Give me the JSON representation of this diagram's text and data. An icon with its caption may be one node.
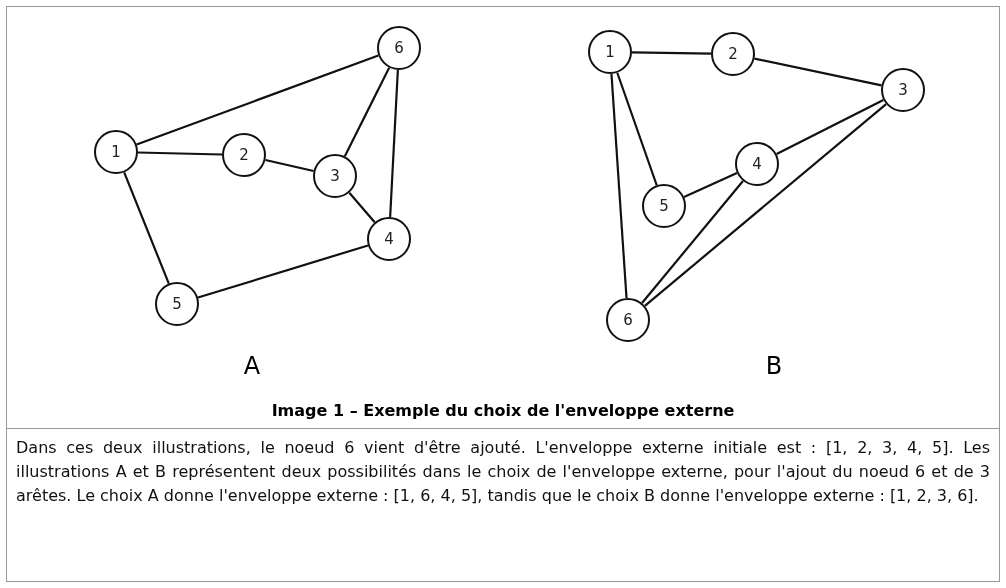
{
  "diagram": {
    "title": "Image 1 – Exemple du choix de l'enveloppe externe",
    "caption": "Dans ces deux illustrations, le noeud 6 vient d'être ajouté. L'enveloppe externe initiale est : [1, 2, 3, 4, 5]. Les illustrations A et B représentent deux possibilités dans le choix de l'enveloppe externe, pour l'ajout du noeud 6 et de 3 arêtes. Le choix A donne l'enveloppe externe : [1, 6, 4, 5], tandis que le choix B donne l'enveloppe externe : [1, 2, 3, 6].",
    "nodes": [
      {
        "text": [
          "1"
        ]
      },
      {
        "text": [
          "2"
        ]
      },
      {
        "text": [
          "3"
        ]
      },
      {
        "text": [
          "4"
        ]
      },
      {
        "text": [
          "5"
        ]
      },
      {
        "text": [
          "6"
        ]
      },
      {
        "text": [
          "1"
        ]
      },
      {
        "text": [
          "2"
        ]
      },
      {
        "text": [
          "3"
        ]
      },
      {
        "text": [
          "4"
        ]
      },
      {
        "text": [
          "5"
        ]
      },
      {
        "text": [
          "6"
        ]
      }
    ],
    "edges": [
      {
        "from": 0,
        "to": 5,
        "arrow": "none"
      },
      {
        "from": 0,
        "to": 1,
        "arrow": "none"
      },
      {
        "from": 1,
        "to": 2,
        "arrow": "none"
      },
      {
        "from": 2,
        "to": 5,
        "arrow": "none"
      },
      {
        "from": 5,
        "to": 3,
        "arrow": "none"
      },
      {
        "from": 2,
        "to": 3,
        "arrow": "none"
      },
      {
        "from": 3,
        "to": 4,
        "arrow": "none"
      },
      {
        "from": 0,
        "to": 4,
        "arrow": "none"
      },
      {
        "from": 6,
        "to": 7,
        "arrow": "none"
      },
      {
        "from": 7,
        "to": 8,
        "arrow": "none"
      },
      {
        "from": 6,
        "to": 10,
        "arrow": "none"
      },
      {
        "from": 6,
        "to": 11,
        "arrow": "none"
      },
      {
        "from": 10,
        "to": 9,
        "arrow": "none"
      },
      {
        "from": 9,
        "to": 8,
        "arrow": "none"
      },
      {
        "from": 9,
        "to": 11,
        "arrow": "none"
      },
      {
        "from": 8,
        "to": 11,
        "arrow": "none"
      }
    ],
    "labels": [
      "A",
      "B"
    ]
  }
}
